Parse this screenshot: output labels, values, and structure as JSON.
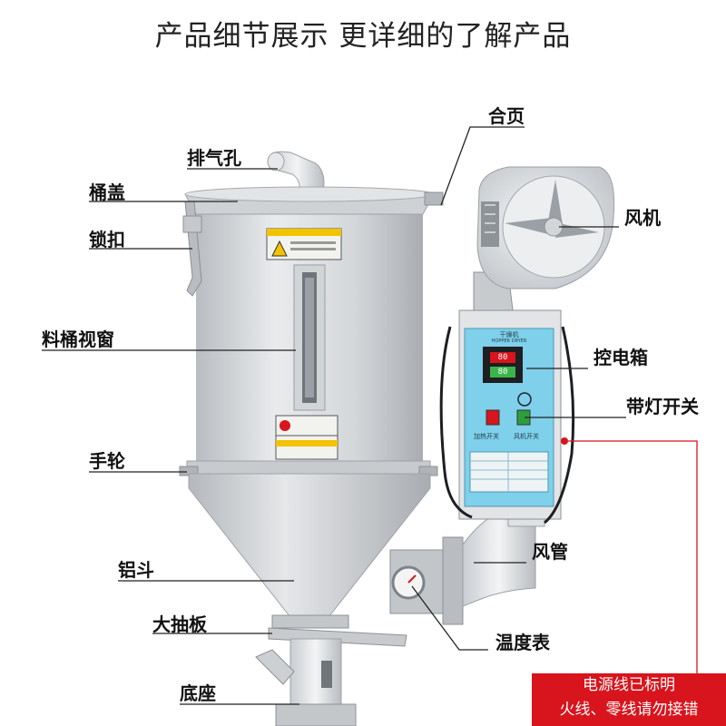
{
  "title": "产品细节展示 更详细的了解产品",
  "labels": {
    "exhaust": "排气孔",
    "lid": "桶盖",
    "lock": "锁扣",
    "window": "料桶视窗",
    "handwheel": "手轮",
    "hopper": "铝斗",
    "slide": "大抽板",
    "base": "底座",
    "hinge": "合页",
    "blower": "风机",
    "control": "控电箱",
    "switch": "带灯开关",
    "duct": "风管",
    "thermometer": "温度表"
  },
  "note": {
    "line1": "电源线已标明",
    "line2": "火线、零线请勿接错"
  },
  "panel": {
    "title": "干燥机",
    "subtitle": "HOPPER DRYER",
    "display_top": "80",
    "display_bottom": "80",
    "heat_label": "加热开关",
    "fan_label": "风机开关"
  },
  "colors": {
    "machine": "#d9dcdf",
    "panel": "#7fd0ea",
    "callout": "#222222",
    "red": "#d8141c"
  }
}
